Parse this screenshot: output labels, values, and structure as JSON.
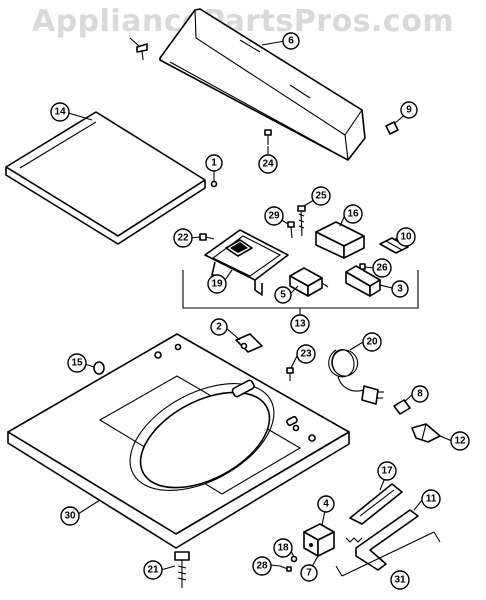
{
  "watermark": "AppliancePartsPros.com",
  "callouts": [
    {
      "id": "c6",
      "label": "6"
    },
    {
      "id": "c9",
      "label": "9"
    },
    {
      "id": "c14",
      "label": "14"
    },
    {
      "id": "c1",
      "label": "1"
    },
    {
      "id": "c24",
      "label": "24"
    },
    {
      "id": "c25",
      "label": "25"
    },
    {
      "id": "c29",
      "label": "29"
    },
    {
      "id": "c16",
      "label": "16"
    },
    {
      "id": "c22",
      "label": "22"
    },
    {
      "id": "c10",
      "label": "10"
    },
    {
      "id": "c26",
      "label": "26"
    },
    {
      "id": "c19",
      "label": "19"
    },
    {
      "id": "c5",
      "label": "5"
    },
    {
      "id": "c3",
      "label": "3"
    },
    {
      "id": "c13",
      "label": "13"
    },
    {
      "id": "c2",
      "label": "2"
    },
    {
      "id": "c20",
      "label": "20"
    },
    {
      "id": "c15",
      "label": "15"
    },
    {
      "id": "c23",
      "label": "23"
    },
    {
      "id": "c8",
      "label": "8"
    },
    {
      "id": "c12",
      "label": "12"
    },
    {
      "id": "c30",
      "label": "30"
    },
    {
      "id": "c17",
      "label": "17"
    },
    {
      "id": "c4",
      "label": "4"
    },
    {
      "id": "c11",
      "label": "11"
    },
    {
      "id": "c18",
      "label": "18"
    },
    {
      "id": "c28",
      "label": "28"
    },
    {
      "id": "c7",
      "label": "7"
    },
    {
      "id": "c21",
      "label": "21"
    },
    {
      "id": "c31",
      "label": "31"
    }
  ]
}
